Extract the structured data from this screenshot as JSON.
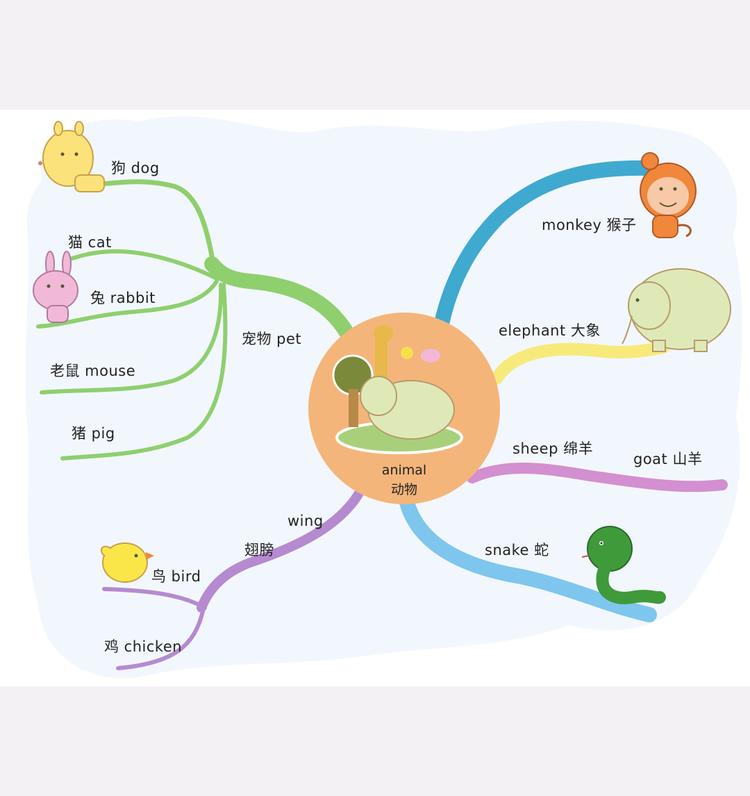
{
  "center": {
    "en": "animal",
    "zh": "动物"
  },
  "branches": {
    "pet": {
      "label": "宠物 pet",
      "color": "#8fcf6e",
      "items": [
        {
          "label": "狗  dog"
        },
        {
          "label": "猫  cat"
        },
        {
          "label": "兔 rabbit"
        },
        {
          "label": "老鼠  mouse"
        },
        {
          "label": "猪   pig"
        }
      ]
    },
    "monkey": {
      "label": "monkey  猴子",
      "color": "#3fa9d0"
    },
    "elephant": {
      "label": "elephant 大象",
      "color": "#f7ea7a"
    },
    "sheep": {
      "label": "sheep  绵羊",
      "goat_label": "goat  山羊",
      "color": "#d38fcf"
    },
    "snake": {
      "label": "snake  蛇",
      "color": "#7ec6ee"
    },
    "wing": {
      "en": "wing",
      "zh": "翅膀",
      "color": "#b58ad0",
      "items": [
        {
          "label": "鸟   bird"
        },
        {
          "label": "鸡  chicken"
        }
      ]
    }
  },
  "icons": [
    "dog-icon",
    "rabbit-icon",
    "monkey-icon",
    "elephant-icon",
    "bird-icon",
    "snake-icon",
    "center-illustration-icon"
  ]
}
